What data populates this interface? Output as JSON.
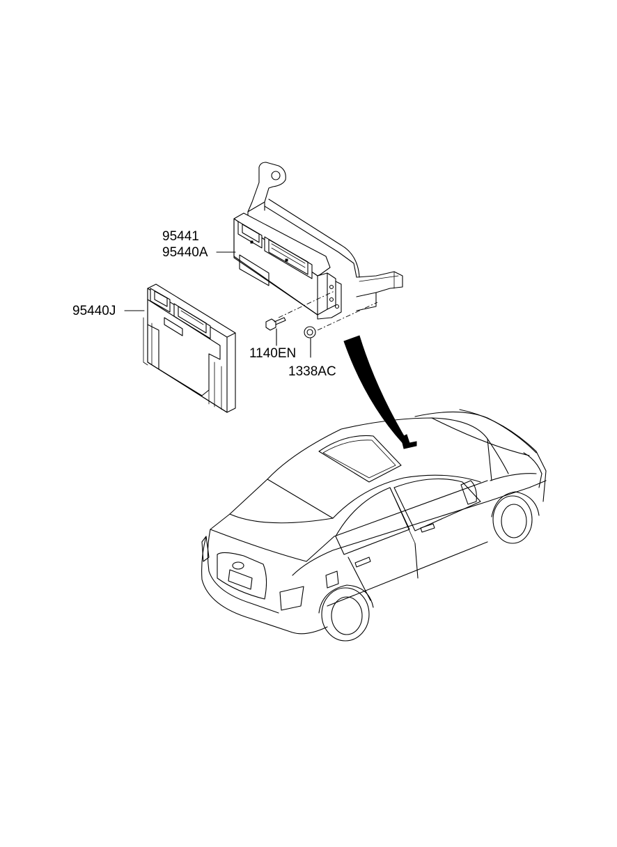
{
  "parts": {
    "p95441": "95441",
    "p95440A": "95440A",
    "p95440J": "95440J",
    "p1140EN": "1140EN",
    "p1338AC": "1338AC"
  },
  "colors": {
    "line": "#000000",
    "background": "#ffffff"
  }
}
